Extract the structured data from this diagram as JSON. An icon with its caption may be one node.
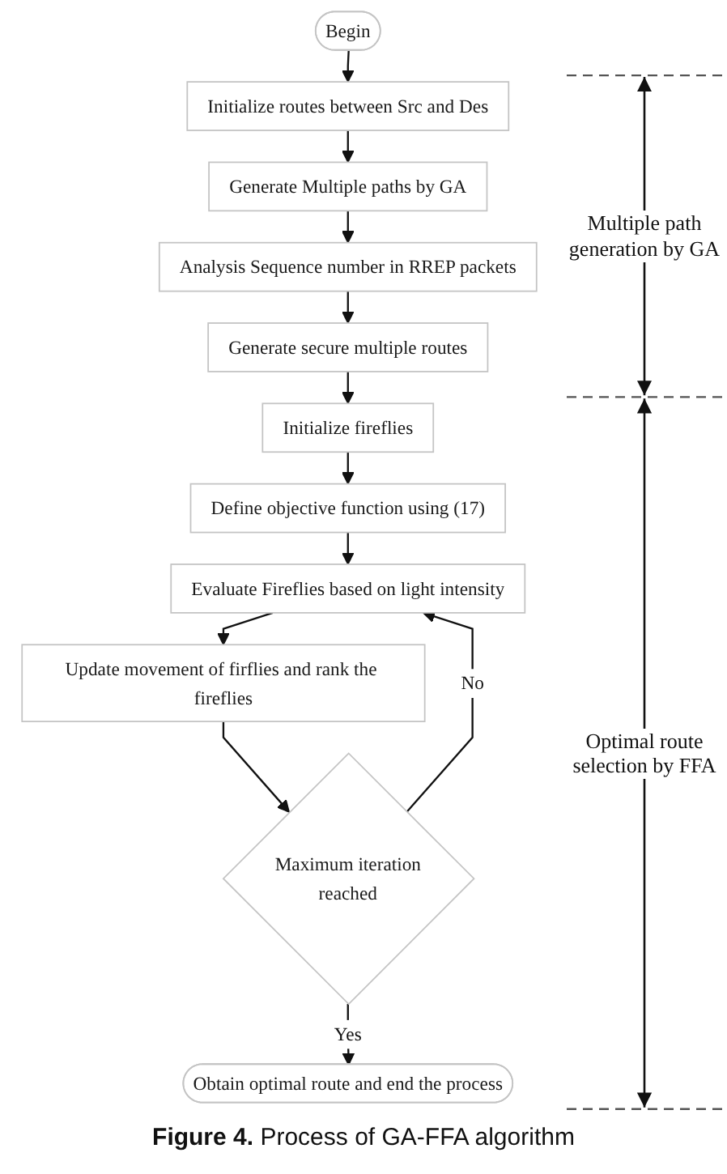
{
  "diagram": {
    "caption": "**Figure 4.** Process of GA-FFA algorithm",
    "nodes": [
      {
        "text": [
          "Begin"
        ]
      },
      {
        "text": [
          "Initialize routes between Src and Des"
        ]
      },
      {
        "text": [
          "Generate Multiple paths by GA"
        ]
      },
      {
        "text": [
          "Analysis Sequence number in RREP packets"
        ]
      },
      {
        "text": [
          "Generate secure multiple routes"
        ]
      },
      {
        "text": [
          "Initialize fireflies"
        ]
      },
      {
        "text": [
          "Define objective function using (17)"
        ]
      },
      {
        "text": [
          "Evaluate Fireflies based on light intensity"
        ]
      },
      {
        "text": [
          "Update movement of firflies and rank the fireflies"
        ]
      },
      {
        "text": [
          "Maximum iteration reached"
        ]
      },
      {
        "text": [
          "Obtain optimal route and end the process"
        ]
      }
    ],
    "edges": [
      {
        "from": 0,
        "to": 1,
        "arrow": "to"
      },
      {
        "from": 1,
        "to": 2,
        "arrow": "to"
      },
      {
        "from": 2,
        "to": 3,
        "arrow": "to"
      },
      {
        "from": 3,
        "to": 4,
        "arrow": "to"
      },
      {
        "from": 4,
        "to": 5,
        "arrow": "to"
      },
      {
        "from": 5,
        "to": 6,
        "arrow": "to"
      },
      {
        "from": 6,
        "to": 7,
        "arrow": "to"
      },
      {
        "from": 7,
        "to": 8,
        "arrow": "to"
      },
      {
        "from": 8,
        "to": 9,
        "arrow": "to"
      },
      {
        "from": 9,
        "to": 7,
        "arrow": "to",
        "label": "No"
      },
      {
        "from": 9,
        "to": 10,
        "arrow": "to",
        "label": "Yes"
      }
    ],
    "labels": [
      "Multiple path generation by GA",
      "Optimal route selection by FFA"
    ]
  }
}
